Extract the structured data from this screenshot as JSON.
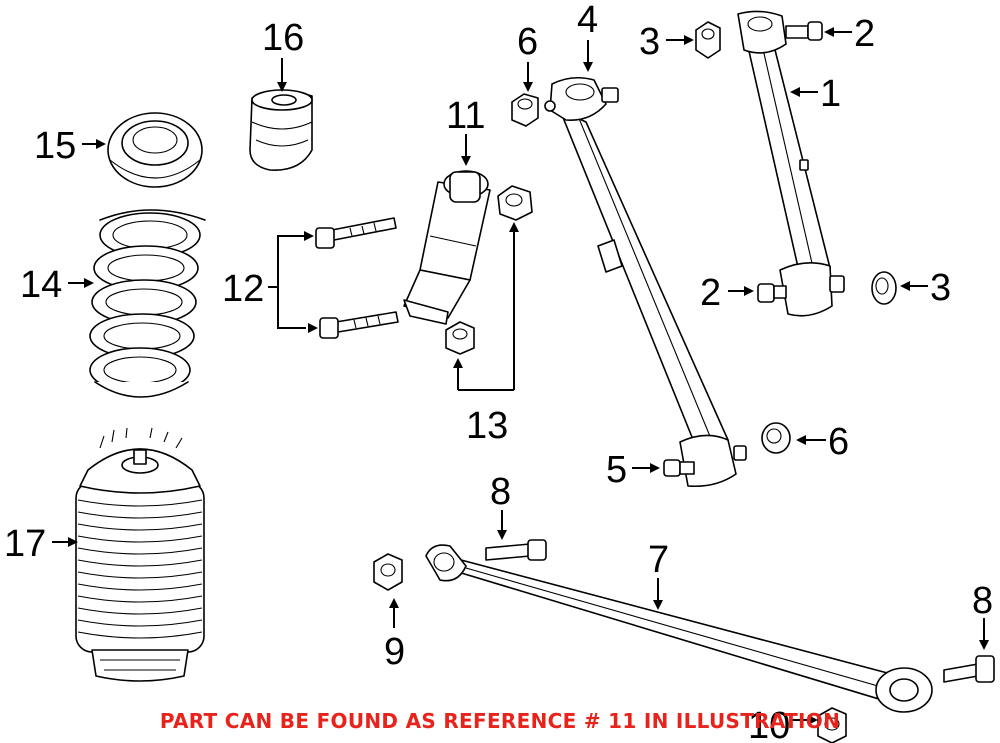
{
  "callouts": [
    {
      "id": "c1",
      "label": "1"
    },
    {
      "id": "c2a",
      "label": "2"
    },
    {
      "id": "c2b",
      "label": "2"
    },
    {
      "id": "c3a",
      "label": "3"
    },
    {
      "id": "c3b",
      "label": "3"
    },
    {
      "id": "c4",
      "label": "4"
    },
    {
      "id": "c5",
      "label": "5"
    },
    {
      "id": "c6a",
      "label": "6"
    },
    {
      "id": "c6b",
      "label": "6"
    },
    {
      "id": "c7",
      "label": "7"
    },
    {
      "id": "c8a",
      "label": "8"
    },
    {
      "id": "c8b",
      "label": "8"
    },
    {
      "id": "c9",
      "label": "9"
    },
    {
      "id": "c10",
      "label": "10"
    },
    {
      "id": "c11",
      "label": "11"
    },
    {
      "id": "c12",
      "label": "12"
    },
    {
      "id": "c13",
      "label": "13"
    },
    {
      "id": "c14",
      "label": "14"
    },
    {
      "id": "c15",
      "label": "15"
    },
    {
      "id": "c16",
      "label": "16"
    },
    {
      "id": "c17",
      "label": "17"
    }
  ],
  "note": {
    "text": "PART CAN BE FOUND AS REFERENCE # 11 IN ILLUSTRATION",
    "color": "#e8231c"
  },
  "colors": {
    "line": "#000000",
    "background": "#ffffff"
  }
}
